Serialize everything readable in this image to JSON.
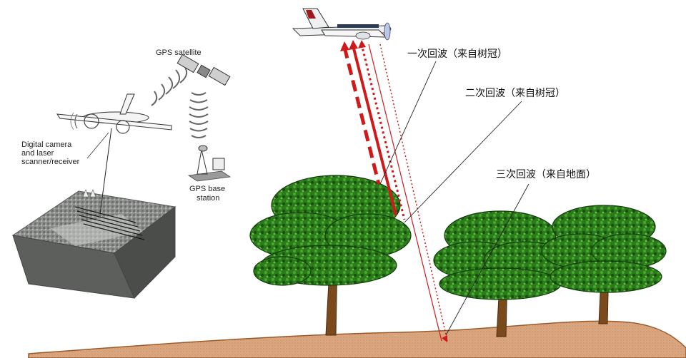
{
  "left_panel": {
    "labels": {
      "gps_satellite": "GPS satellite",
      "camera_line1": "Digital camera",
      "camera_line2": "and laser",
      "camera_line3": "scanner/receiver",
      "base_line1": "GPS base",
      "base_line2": "station"
    }
  },
  "right_panel": {
    "returns": {
      "first": "一次回波（来自树冠）",
      "second": "二次回波（来自树冠）",
      "third": "三次回波（来自地面）"
    }
  },
  "colors": {
    "pulse_red": "#d01a1a",
    "tree_dark": "#1b5a12",
    "tree_mid": "#2f8a1f",
    "trunk": "#7a4a1c",
    "ground": "#d6a07a",
    "ground_stroke": "#9a5a2a",
    "plane_body": "#e8e8ea"
  }
}
